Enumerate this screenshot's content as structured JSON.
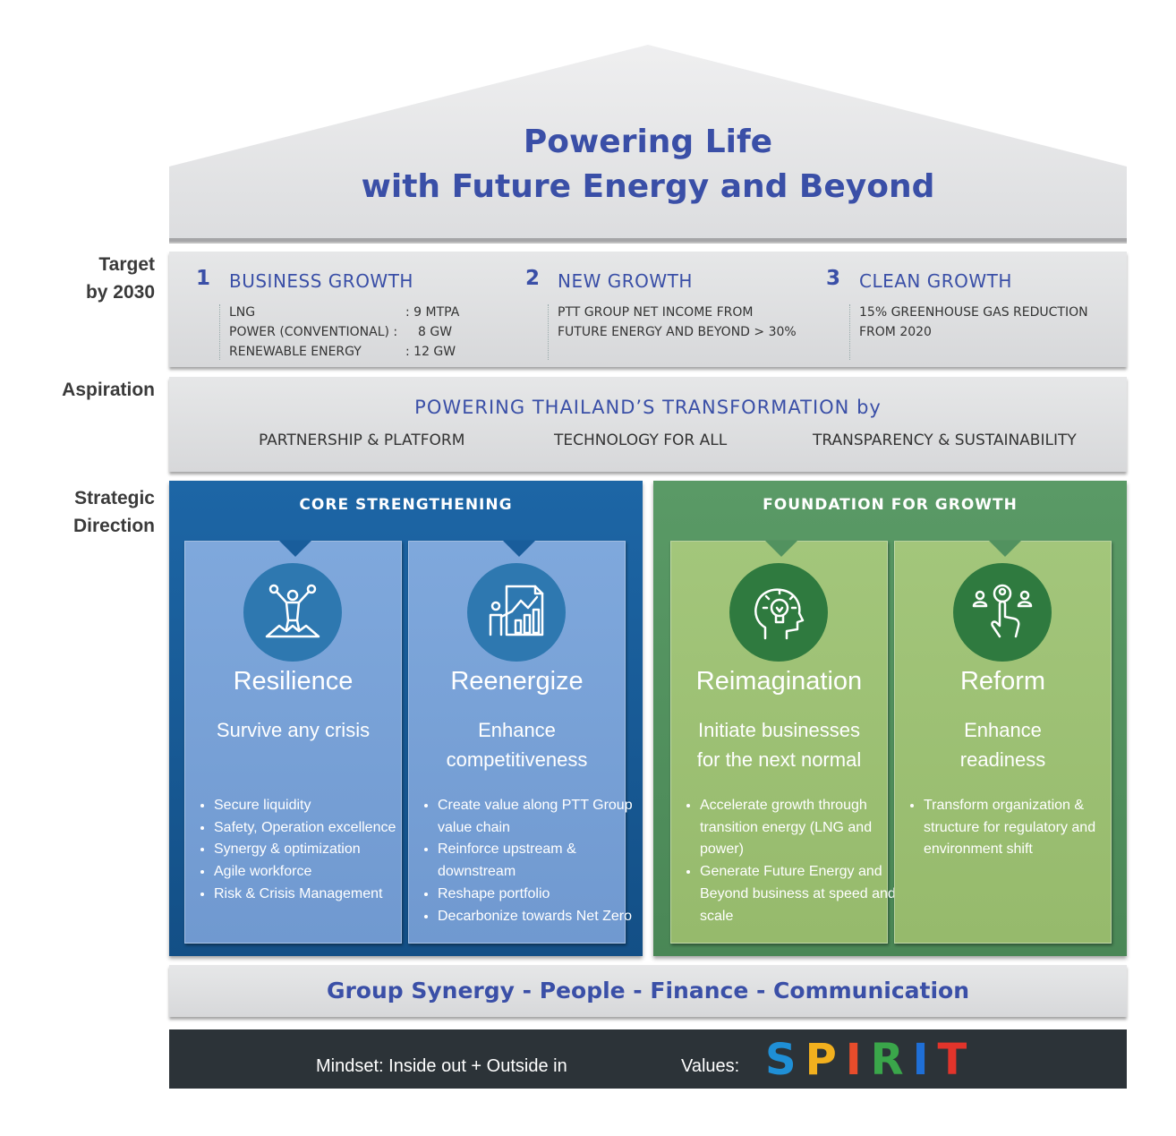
{
  "title": {
    "line1": "Powering Life",
    "line2": "with Future Energy and Beyond"
  },
  "labels": {
    "target_1": "Target",
    "target_2": "by 2030",
    "aspiration": "Aspiration",
    "strategic_1": "Strategic",
    "strategic_2": "Direction"
  },
  "targets": [
    {
      "num": "1",
      "head": "BUSINESS GROWTH",
      "lines": [
        "LNG",
        "POWER (CONVENTIONAL) :",
        "RENEWABLE ENERGY"
      ],
      "values": [
        ": 9 MTPA",
        "8 GW",
        ": 12 GW"
      ]
    },
    {
      "num": "2",
      "head": "NEW GROWTH",
      "lines": [
        "PTT GROUP NET INCOME FROM",
        "FUTURE ENERGY AND BEYOND > 30%"
      ]
    },
    {
      "num": "3",
      "head": "CLEAN GROWTH",
      "lines": [
        "15% GREENHOUSE GAS REDUCTION",
        "FROM 2020"
      ]
    }
  ],
  "aspiration": {
    "main": "POWERING THAILAND’S TRANSFORMATION by",
    "items": [
      "PARTNERSHIP & PLATFORM",
      "TECHNOLOGY FOR ALL",
      "TRANSPARENCY & SUSTAINABILITY"
    ]
  },
  "panels": {
    "core": "CORE STRENGTHENING",
    "foundation": "FOUNDATION FOR GROWTH"
  },
  "cards": [
    {
      "name": "Resilience",
      "sub": [
        "Survive any crisis"
      ],
      "icon": "summit-person-icon",
      "bullets": [
        "Secure liquidity",
        "Safety, Operation excellence",
        "Synergy & optimization",
        "Agile workforce",
        "Risk & Crisis Management"
      ]
    },
    {
      "name": "Reenergize",
      "sub": [
        "Enhance",
        "competitiveness"
      ],
      "icon": "presentation-chart-icon",
      "bullets": [
        "Create value along PTT Group value chain",
        "Reinforce upstream & downstream",
        "Reshape portfolio",
        "Decarbonize towards Net Zero"
      ]
    },
    {
      "name": "Reimagination",
      "sub": [
        "Initiate businesses",
        "for the next normal"
      ],
      "icon": "head-lightbulb-icon",
      "bullets": [
        "Accelerate growth through transition energy (LNG and power)",
        "Generate Future Energy and Beyond business at speed and scale"
      ]
    },
    {
      "name": "Reform",
      "sub": [
        "Enhance",
        "readiness"
      ],
      "icon": "people-touch-icon",
      "bullets": [
        "Transform organization & structure for regulatory and environment shift"
      ]
    }
  ],
  "synergy": "Group Synergy - People - Finance - Communication",
  "mindset": {
    "mindset": "Mindset: Inside out + Outside in",
    "values": "Values:",
    "spirit": [
      "S",
      "P",
      "I",
      "R",
      "I",
      "T"
    ],
    "spirit_colors": [
      "#1f8fd6",
      "#f2b01e",
      "#e84c2b",
      "#3aa64a",
      "#1f6fd6",
      "#e2342b"
    ]
  },
  "colors": {
    "core_panel": "#165a97",
    "core_card": "#7aa4d9",
    "core_circle": "#2e78b0",
    "growth_panel": "#4f905d",
    "growth_card": "#9dc174",
    "growth_circle": "#2f7a3f",
    "accent_text": "#3a4fa7"
  }
}
